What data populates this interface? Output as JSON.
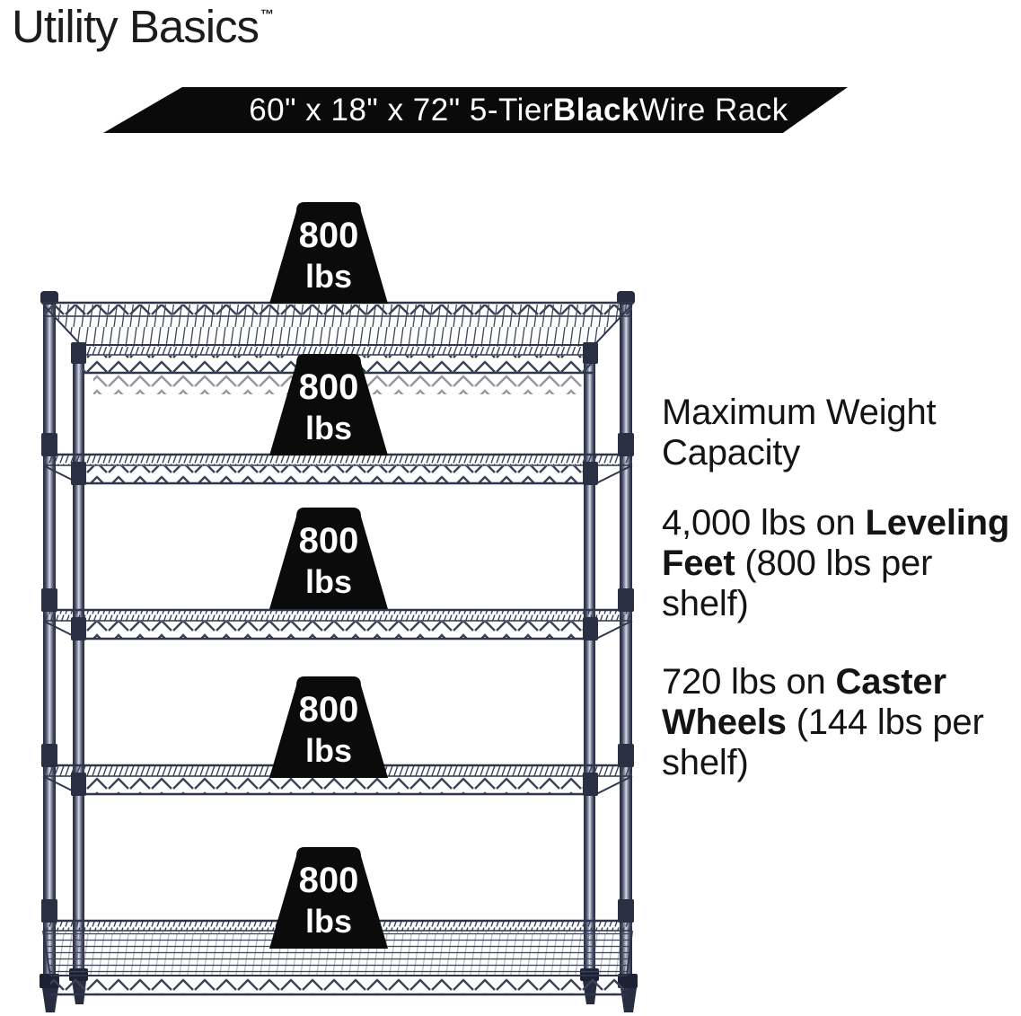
{
  "brand": {
    "name": "Utility Basics",
    "tm": "™"
  },
  "banner": {
    "segment_dims": "60\" x 18\" x 72\" 5-Tier ",
    "segment_color": "Black",
    "segment_rest": " Wire Rack",
    "bg_color": "#0a0a0a",
    "text_color": "#ffffff"
  },
  "rack": {
    "tiers": 5,
    "color": "#3c4257",
    "style": "wire"
  },
  "weights": [
    {
      "value": "800",
      "unit": "lbs"
    },
    {
      "value": "800",
      "unit": "lbs"
    },
    {
      "value": "800",
      "unit": "lbs"
    },
    {
      "value": "800",
      "unit": "lbs"
    },
    {
      "value": "800",
      "unit": "lbs"
    }
  ],
  "capacity": {
    "heading_line1": "Maximum Weight",
    "heading_line2": "Capacity",
    "leveling": {
      "l1a": "4,000 lbs on ",
      "l1b": "Leveling",
      "l2a": "Feet",
      "l2b": " (800 lbs per",
      "l3": "shelf)"
    },
    "caster": {
      "l1a": "720 lbs on ",
      "l1b": "Caster",
      "l2a": "Wheels",
      "l2b": " (144 lbs per",
      "l3": "shelf)"
    }
  }
}
